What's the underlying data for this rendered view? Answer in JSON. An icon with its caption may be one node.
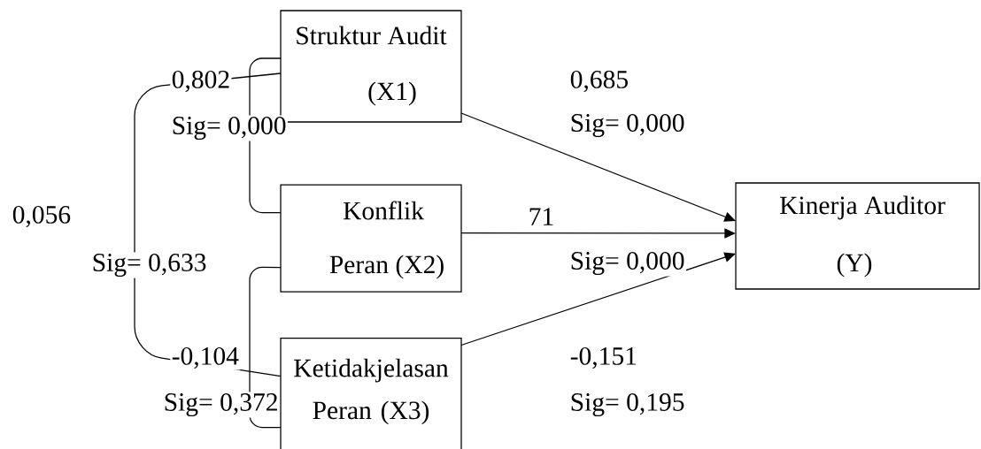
{
  "diagram": {
    "nodes": [
      {
        "text": [
          "Struktur Audit",
          "(X1)"
        ]
      },
      {
        "text": [
          "Konflik",
          "Peran (X2)"
        ]
      },
      {
        "text": [
          "Ketidakjelasan Peran (X3)"
        ]
      },
      {
        "text": [
          "Kinerja Auditor",
          "(Y)"
        ]
      }
    ],
    "edges": [
      {
        "from": 0,
        "to": 3,
        "arrow": "to"
      },
      {
        "from": 1,
        "to": 3,
        "arrow": "to"
      },
      {
        "from": 2,
        "to": 3,
        "arrow": "to"
      },
      {
        "from": 0,
        "to": 1,
        "arrow": "none"
      },
      {
        "from": 0,
        "to": 2,
        "arrow": "none"
      },
      {
        "from": 1,
        "to": 2,
        "arrow": "none"
      }
    ],
    "labels": [
      "0,802",
      "0,685",
      "Sig= 0,000",
      "Sig= 0,000",
      "0,056",
      "71",
      "Sig= 0,633",
      "Sig= 0,000",
      "-0,104",
      "-0,151",
      "Sig= 0,372",
      "Sig= 0,195"
    ]
  }
}
